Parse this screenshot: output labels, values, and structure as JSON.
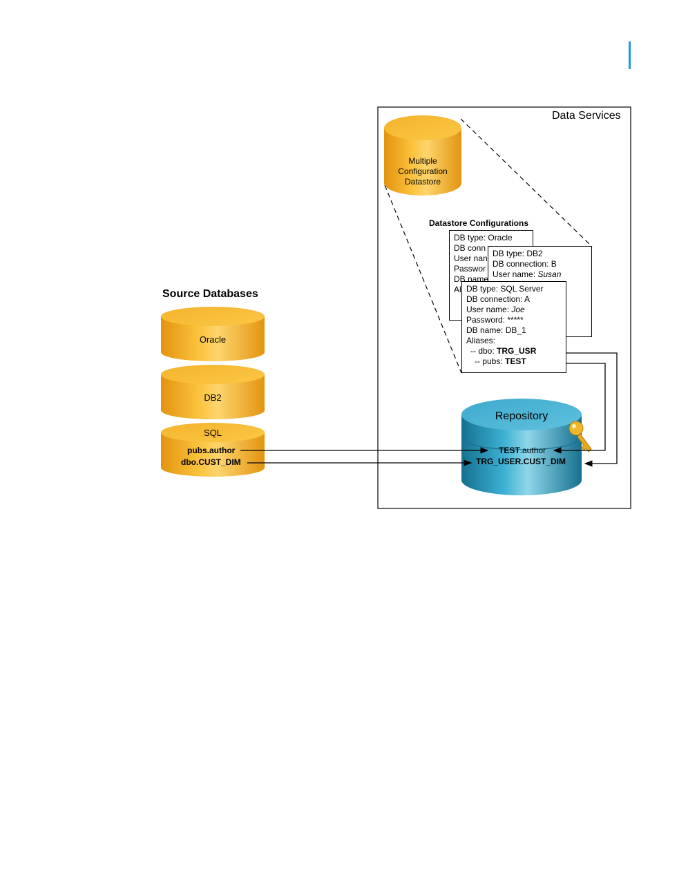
{
  "frame": {
    "title": "Data Services"
  },
  "datastore": {
    "line1": "Multiple",
    "line2": "Configuration",
    "line3": "Datastore"
  },
  "configs_title": "Datastore Configurations",
  "configs": {
    "oracle": {
      "l1": "DB type: Oracle",
      "l2": "DB conn",
      "l3": "User nan",
      "l4": "Passwor",
      "l5": "DB name",
      "l6": "Al"
    },
    "db2": {
      "l1": "DB type: DB2",
      "l2": "DB connection: B",
      "l3_label": "User name: ",
      "l3_value": "Susan"
    },
    "sql": {
      "l1": "DB type: SQL Server",
      "l2": "DB connection: A",
      "l3_label": "User name: ",
      "l3_value": "Joe",
      "l4": "Password: *****",
      "l5": "DB name: DB_1",
      "l6": "Aliases:",
      "alias1_label": "-- dbo: ",
      "alias1_value": "TRG_USR",
      "alias2_label": "-- pubs: ",
      "alias2_value": "TEST"
    }
  },
  "source": {
    "title": "Source Databases",
    "oracle": "Oracle",
    "db2": "DB2",
    "sql": "SQL",
    "table1": "pubs.author",
    "table2": "dbo.CUST_DIM"
  },
  "repository": {
    "title": "Repository",
    "t1_bold": "TEST",
    "t1_rest": ".author",
    "t2": "TRG_USER.CUST_DIM"
  },
  "colors": {
    "gold": "#f2a81d",
    "teal": "#2a9fc4",
    "accent_bar": "#1a9bd7"
  }
}
